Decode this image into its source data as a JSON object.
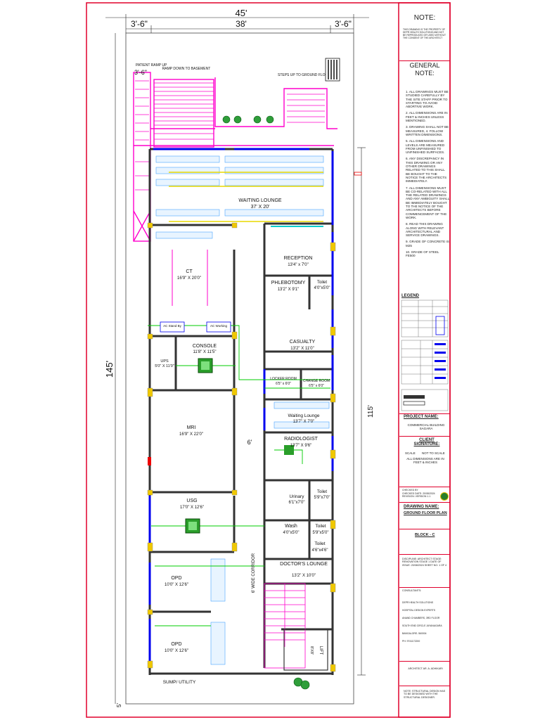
{
  "dimensions": {
    "overall_width": "45'",
    "inner_width": "38'",
    "left_setback": "3'-6\"",
    "right_setback": "3'-6\"",
    "total_length": "145'",
    "built_length": "115'",
    "corridor_width": "6'",
    "bottom_setback": "5'"
  },
  "rooms": {
    "patient_ramp": "PATIENT RAMP UP",
    "patient_ramp_dim": "3'-6\"",
    "ramp_basement": "RAMP DOWN TO BASEMENT",
    "steps_up": "STEPS UP TO GROUND FLOOR",
    "waiting_lounge": "WAITING LOUNGE",
    "waiting_lounge_dim": "37' X 20'",
    "reception": "RECEPTION",
    "reception_dim": "13'4\" x 7'0\"",
    "ct": "CT",
    "ct_dim": "16'9\" X 20'0\"",
    "ac_standby": "AC Stand By",
    "ac_working": "AC Working",
    "phlebotomy": "PHLEBOTOMY",
    "phlebotomy_dim": "13'2\" X 9'1\"",
    "toilet_1": "Toilet",
    "toilet_1_dim": "4'0\"x5'0\"",
    "console": "CONSOLE",
    "console_dim": "11'8\" X 11'5\"",
    "ups": "UPS",
    "ups_dim": "5'0\" X 11'0\"",
    "casualty": "CASUALTY",
    "casualty_dim": "13'2\" X 11'0\"",
    "locker_room": "LOCKER ROOM",
    "locker_room_dim": "6'5\" x 6'0\"",
    "change_room": "CHANGE ROOM",
    "change_room_dim": "6'5\" x 6'0\"",
    "waiting_lounge_2": "Waiting Lounge",
    "waiting_lounge_2_dim": "13'7\" X 7'0\"",
    "mri": "MRI",
    "mri_dim": "16'9\" X 22'0\"",
    "radiologist": "RADIOLOGIST",
    "radiologist_dim": "13'7\" X 9'6\"",
    "urinary": "Urinary",
    "urinary_dim": "6'1\"x7'0\"",
    "toilet_2": "Toilet",
    "toilet_2_dim": "5'9\"x7'0\"",
    "usg": "USG",
    "usg_dim": "17'0\" X 12'6\"",
    "wash": "Wash",
    "wash_dim": "4'0\"x5'0\"",
    "toilet_3": "Toilet",
    "toilet_3_dim": "5'9\"x5'0\"",
    "toilet_4": "Toilet",
    "toilet_4_dim": "4'6\"x4'6\"",
    "corridor": "6' WIDE CORRIDOR",
    "doctors_lounge": "DOCTOR'S LOUNGE",
    "doctors_lounge_dim": "13'2\" X 10'0\"",
    "opd_1": "OPD",
    "opd_1_dim": "10'0\" X 12'6\"",
    "opd_2": "OPD",
    "opd_2_dim": "10'0\" X 12'6\"",
    "lift": "LIFT",
    "lift_dim": "8'X8'",
    "sump": "SUMP/ UTILITY"
  },
  "title_block": {
    "note_title": "NOTE:",
    "note_text": "THIS DRAWING IS THE PROPERTY OF DEPR HEALTH SOLUTIONS AND NOT BE REPRODUCED OR USED WITHOUT THE CONSENT OF THE ARCHITECT",
    "general_note_title": "GENERAL NOTE:",
    "general_notes": [
      "1. ALL DRAWINGS MUST BE STUDIED CAREFULLY BY THE SITE STAFF PRIOR TO STARTING TO AVOID ABORTIVE WORK.",
      "2. ALL DIMENSIONS ARE IN FEET & INCHES UNLESS MENTIONED.",
      "3. DRAWING SHALL NOT BE MEASURED, 4. FOLLOW WRITTEN DIMENSIONS.",
      "5. ALL DIMENSIONS AND LEVELS ARE MEASURED FROM UNFINISHED TO UNFINISHED SURFACES.",
      "6. ANY DISCREPANCY IN THIS DRAWING OR ANY OTHER DRAWINGS RELATED TO THIS SHALL BE BOUGHT TO THE NOTICE THE ARCHITECTS IMMEDIATELY.",
      "7. ALL DIMENSIONS MUST BE CO-RELATED WITH ALL THE RELATED DRAWINGS AND ANY AMBIGUITY SHALL BE IMMEDIATELY BOUGHT TO THE NOTICE OF THE ARCHITECTS BEFORE COMMENCEMENT OF THE WORK.",
      "8. READ THIS DRAWING ALONG WITH RELEVANT ARCHITECTURAL AND SERVICE DRAWINGS.",
      "9. GRADE OF CONCRETE IS M25",
      "10. GRADE OF STEEL Fe500"
    ],
    "legend_title": "LEGEND",
    "project_name_title": "PROJECT NAME:",
    "project_name": "COMMERCIAL BUILDING SAGARA",
    "client_signature_title": "CLIENT SIGNATURE:",
    "scale_label": "SCALE",
    "scale_value": "NOT TO SCALE",
    "units_note": "ALL DIMENSIONS ARE IN FEET & INCHES",
    "checked_by": "CHECKED BY",
    "checked_date": "CHECKED DATE: 20/08/2024",
    "revision": "REVISION: VERSION 1.1",
    "drawing_name_title": "DRAWING NAME:",
    "drawing_name": "GROUND FLOOR PLAN",
    "block": "BLOCK - C",
    "discipline": "DISCIPLINE: ARCHITECT STAGE: RENOVATION STAGE 1 DATE OF ISSUE: 20/08/2024 SHEET NO: 1 OF 4",
    "consultants_title": "CONSULTANTS:",
    "consultants": [
      "DEPR HEALTH SOLUTIONS",
      "HOSPITAL DESIGN EXPERTS",
      "ANAND CHAMBERS, 3RD FLOOR",
      "SOUTH END CIRCLE JAYANAGARA",
      "BANGALORE- 560004",
      "PH: 9741172200"
    ],
    "architect": "ARCHITECT AR. A. ADHIKARI",
    "footer_note": "NOTE: STRUCTURAL DESIGN HAS TO BE DESIGNED WITH THE STRUCTURAL DESIGNER."
  },
  "colors": {
    "frame": "#e0002c",
    "wall": "#333333",
    "window": "#0000ee",
    "ramp": "#ff00cc",
    "column": "#f0c800",
    "electrical": "#00cc00",
    "furniture": "#4aa3ff",
    "light": "#ffff00"
  }
}
